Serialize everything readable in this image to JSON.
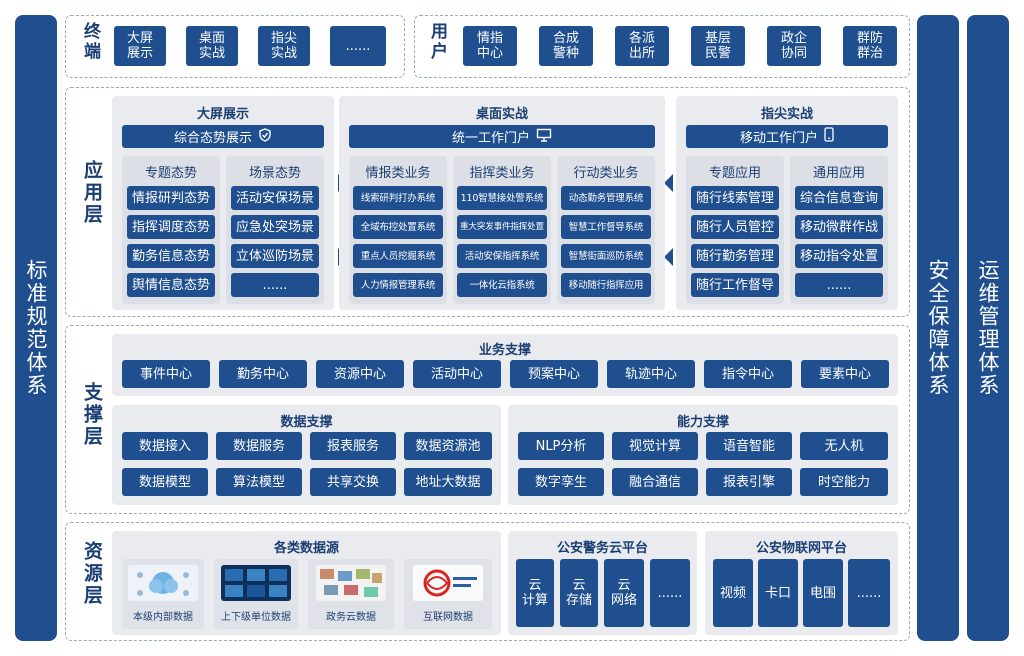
{
  "sides": {
    "left": "标准规范体系",
    "right1": "安全保障体系",
    "right2": "运维管理体系"
  },
  "terminal": {
    "label": "终端",
    "items": [
      "大屏\n展示",
      "桌面\n实战",
      "指尖\n实战",
      "......"
    ]
  },
  "users": {
    "label": "用户",
    "items": [
      "情指\n中心",
      "合成\n警种",
      "各派\n出所",
      "基层\n民警",
      "政企\n协同",
      "群防\n群治"
    ]
  },
  "app": {
    "label": "应用层",
    "screen": {
      "title": "大屏展示",
      "bar": "综合态势展示",
      "groups": [
        {
          "title": "专题态势",
          "items": [
            "情报研判态势",
            "指挥调度态势",
            "勤务信息态势",
            "舆情信息态势"
          ]
        },
        {
          "title": "场景态势",
          "items": [
            "活动安保场景",
            "应急处突场景",
            "立体巡防场景",
            "......"
          ]
        }
      ]
    },
    "desk": {
      "title": "桌面实战",
      "bar": "统一工作门户",
      "groups": [
        {
          "title": "情报类业务",
          "items": [
            "线索研判打办系统",
            "全域布控处置系统",
            "重点人员挖掘系统",
            "人力情报管理系统"
          ]
        },
        {
          "title": "指挥类业务",
          "items": [
            "110智慧接处警系统",
            "重大突发事件指挥处置",
            "活动安保指挥系统",
            "一体化云指系统"
          ]
        },
        {
          "title": "行动类业务",
          "items": [
            "动态勤务管理系统",
            "智慧工作督导系统",
            "智慧街面巡防系统",
            "移动随行指挥应用"
          ]
        }
      ]
    },
    "finger": {
      "title": "指尖实战",
      "bar": "移动工作门户",
      "groups": [
        {
          "title": "专题应用",
          "items": [
            "随行线索管理",
            "随行人员管控",
            "随行勤务管理",
            "随行工作督导"
          ]
        },
        {
          "title": "通用应用",
          "items": [
            "综合信息查询",
            "移动微群作战",
            "移动指令处置",
            "......"
          ]
        }
      ]
    }
  },
  "support": {
    "label": "支撑层",
    "business": {
      "title": "业务支撑",
      "items": [
        "事件中心",
        "勤务中心",
        "资源中心",
        "活动中心",
        "预案中心",
        "轨迹中心",
        "指令中心",
        "要素中心"
      ]
    },
    "data": {
      "title": "数据支撑",
      "items": [
        "数据接入",
        "数据服务",
        "报表服务",
        "数据资源池",
        "数据模型",
        "算法模型",
        "共享交换",
        "地址大数据"
      ]
    },
    "ability": {
      "title": "能力支撑",
      "items": [
        "NLP分析",
        "视觉计算",
        "语音智能",
        "无人机",
        "数字孪生",
        "融合通信",
        "报表引擎",
        "时空能力"
      ]
    }
  },
  "resource": {
    "label": "资源层",
    "datasources": {
      "title": "各类数据源",
      "items": [
        "本级内部数据",
        "上下级单位数据",
        "政务云数据",
        "互联网数据"
      ]
    },
    "cloud": {
      "title": "公安警务云平台",
      "items": [
        "云\n计算",
        "云\n存储",
        "云\n网络",
        "......"
      ]
    },
    "iot": {
      "title": "公安物联网平台",
      "items": [
        "视频",
        "卡口",
        "电围",
        "......"
      ]
    }
  }
}
